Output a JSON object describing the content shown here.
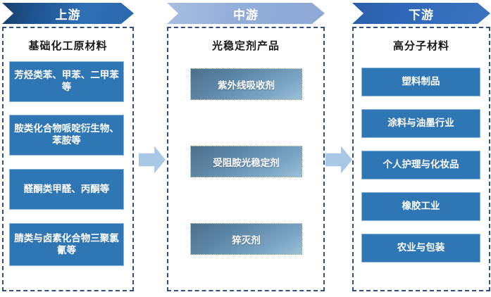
{
  "diagram": {
    "type": "industry-chain",
    "columns": [
      {
        "key": "upstream",
        "header": "上游",
        "title": "基础化工原材料",
        "items": [
          "芳烃类苯、甲苯、二甲苯等",
          "胺类化合物哌啶衍生物、苯胺等",
          "醛酮类甲醛、丙酮等",
          "腈类与卤素化合物三聚氯氰等"
        ]
      },
      {
        "key": "midstream",
        "header": "中游",
        "title": "光稳定剂产品",
        "items": [
          "紫外线吸收剂",
          "受阻胺光稳定剂",
          "猝灭剂"
        ]
      },
      {
        "key": "downstream",
        "header": "下游",
        "title": "高分子材料",
        "items": [
          "塑料制品",
          "涂料与油墨行业",
          "个人护理与化妆品",
          "橡胶工业",
          "农业与包装"
        ]
      }
    ],
    "arrows": [
      {
        "name": "arrow-upstream-to-midstream",
        "direction": "right"
      },
      {
        "name": "arrow-midstream-to-downstream",
        "direction": "right"
      }
    ],
    "colors": {
      "upstream_header": "#1f5693",
      "midstream_header": "#92add9",
      "downstream_header": "#3069b8",
      "item_box": "#2f76b4",
      "mid_box_gradient_start": "#4d6f8d",
      "mid_box_gradient_end": "#9cc0d8",
      "panel_border": "#2f4f7f",
      "arrow": "#a8c8e6",
      "background": "#ffffff"
    }
  }
}
